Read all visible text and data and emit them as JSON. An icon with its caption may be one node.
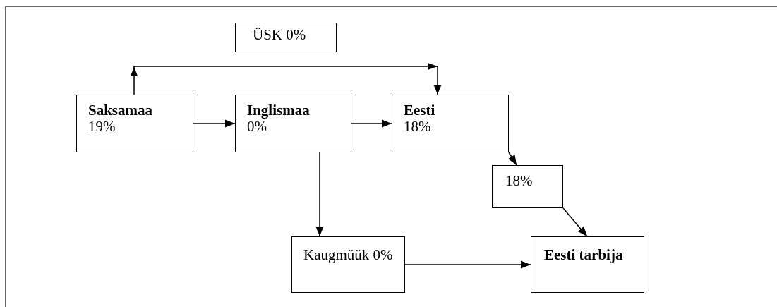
{
  "diagram": {
    "nodes": [
      {
        "text": [
          "ÜSK 0%"
        ]
      },
      {
        "text": [
          "Saksamaa",
          "19%"
        ]
      },
      {
        "text": [
          "Inglismaa",
          "0%"
        ]
      },
      {
        "text": [
          "Eesti",
          "18%"
        ]
      },
      {
        "text": [
          "18%"
        ]
      },
      {
        "text": [
          "Kaugmüük 0%"
        ]
      },
      {
        "text": [
          "Eesti tarbija"
        ]
      }
    ],
    "edges": [
      {
        "from": 1,
        "to": 2,
        "arrow": "to"
      },
      {
        "from": 2,
        "to": 3,
        "arrow": "to"
      },
      {
        "from": 1,
        "to": 3,
        "arrow": "to"
      },
      {
        "from": 3,
        "to": 4,
        "arrow": "to"
      },
      {
        "from": 4,
        "to": 6,
        "arrow": "to"
      },
      {
        "from": 2,
        "to": 5,
        "arrow": "to"
      },
      {
        "from": 5,
        "to": 6,
        "arrow": "to"
      }
    ]
  }
}
